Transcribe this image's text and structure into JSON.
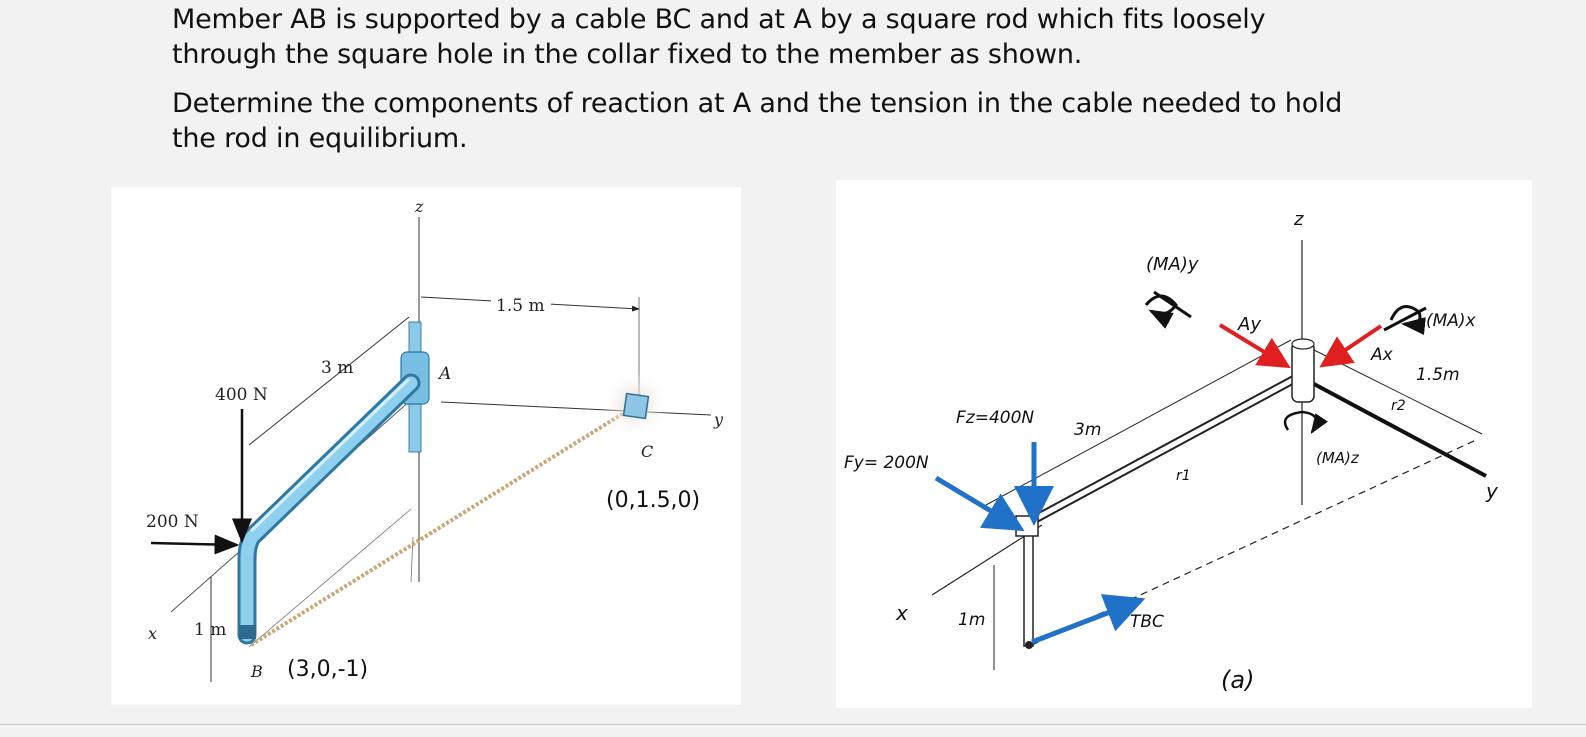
{
  "problem": {
    "statement": "Member AB is supported by a cable BC and at A by a square rod which fits loosely through the square hole in the collar fixed to the member as shown.",
    "question": "Determine the components of reaction at A and the tension in the cable needed to hold the rod in equilibrium."
  },
  "left_figure": {
    "z_axis": "z",
    "y_axis": "y",
    "x_axis": "x",
    "dim_1_5": "1.5 m",
    "dim_3": "3 m",
    "dim_1": "1 m",
    "point_a": "A",
    "point_b": "B",
    "point_c": "C",
    "load_400": "400 N",
    "load_200": "200 N",
    "coord_c": "(0,1.5,0)",
    "coord_b": "(3,0,-1)",
    "colors": {
      "rod": "#7cc4e4",
      "rod_dark": "#3f8fb7",
      "cable": "#c8a878"
    }
  },
  "right_figure": {
    "z_axis": "z",
    "y_axis": "y",
    "x_axis": "x",
    "mz_label": "(MA)z",
    "my_label": "(MA)y",
    "mx_label": "(MA)x",
    "ay_label": "Ay",
    "ax_label": "Ax",
    "dim_1_5": "1.5m",
    "r2_label": "r2",
    "r1_label": "r1",
    "dim_3": "3m",
    "fz_label": "Fz=400N",
    "fy_label": "Fy= 200N",
    "dim_1": "1m",
    "tbc_label": "TBC",
    "caption": "(a)",
    "colors": {
      "force_blue": "#1f72c8",
      "force_red": "#e02020"
    }
  }
}
